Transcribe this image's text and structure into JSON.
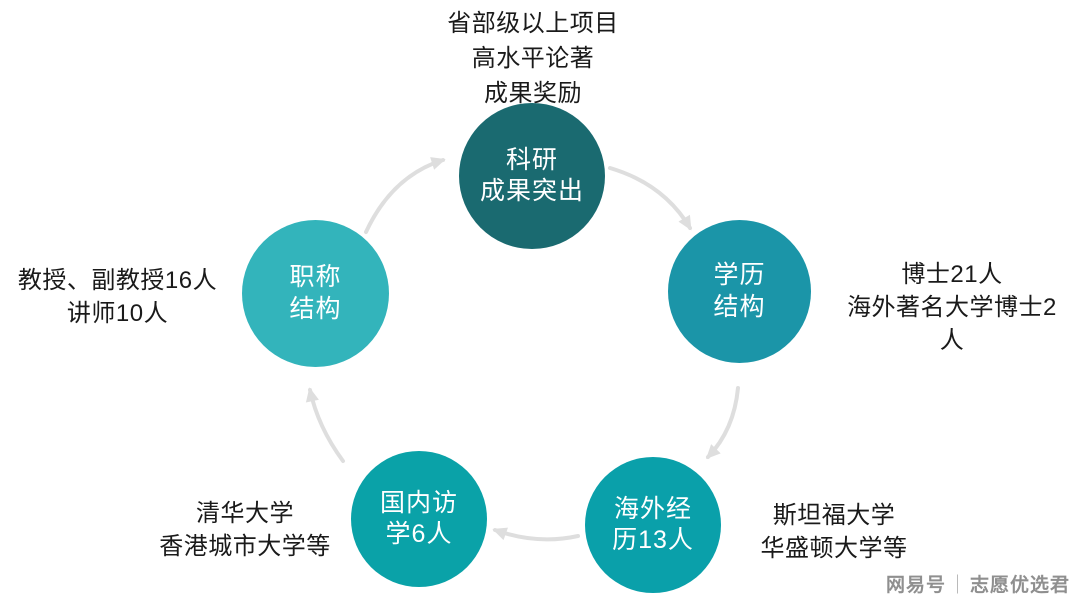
{
  "diagram": {
    "type": "circular-flow",
    "flow_direction": "clockwise",
    "arrow_color": "#dedede",
    "nodes": [
      {
        "id": "research-achievements",
        "position": "top",
        "color": "#1a6a70",
        "label_lines": [
          "科研",
          "成果突出"
        ],
        "annotation_lines": [
          "省部级以上项目",
          "高水平论著",
          "成果奖励"
        ]
      },
      {
        "id": "education-structure",
        "position": "right",
        "color": "#1b95a8",
        "label_lines": [
          "学历",
          "结构"
        ],
        "annotation_lines": [
          "博士21人",
          "海外著名大学博士2人"
        ]
      },
      {
        "id": "overseas-experience",
        "position": "bottom-right",
        "color": "#0aa0aa",
        "label_lines": [
          "海外经",
          "历13人"
        ],
        "annotation_lines": [
          "斯坦福大学",
          "华盛顿大学等"
        ]
      },
      {
        "id": "domestic-visiting",
        "position": "bottom-left",
        "color": "#0aa2a8",
        "label_lines": [
          "国内访",
          "学6人"
        ],
        "annotation_lines": [
          "清华大学",
          "香港城市大学等"
        ]
      },
      {
        "id": "title-structure",
        "position": "left",
        "color": "#33b4bb",
        "label_lines": [
          "职称",
          "结构"
        ],
        "annotation_lines": [
          "教授、副教授16人",
          "讲师10人"
        ]
      }
    ]
  },
  "watermark": {
    "brand": "网易号",
    "separator": "｜",
    "author": "志愿优选君"
  }
}
